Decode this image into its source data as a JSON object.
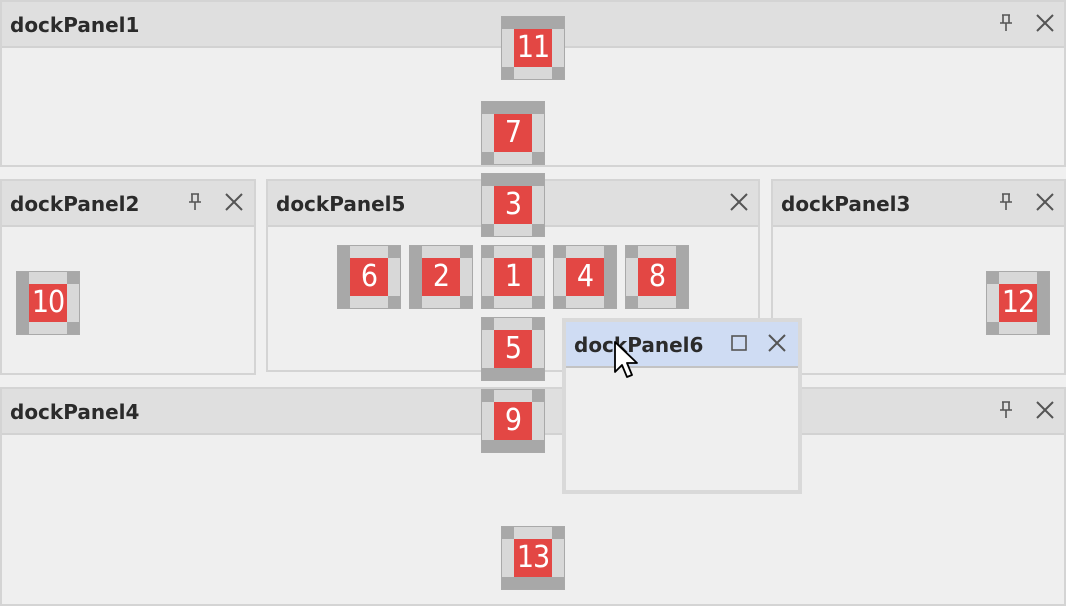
{
  "panels": {
    "dockPanel1": {
      "title": "dockPanel1",
      "pin_icon": "pin-icon",
      "close_icon": "close-icon"
    },
    "dockPanel2": {
      "title": "dockPanel2",
      "pin_icon": "pin-icon",
      "close_icon": "close-icon"
    },
    "dockPanel5": {
      "title": "dockPanel5",
      "close_icon": "close-icon"
    },
    "dockPanel3": {
      "title": "dockPanel3",
      "pin_icon": "pin-icon",
      "close_icon": "close-icon"
    },
    "dockPanel4": {
      "title": "dockPanel4",
      "pin_icon": "pin-icon",
      "close_icon": "close-icon"
    },
    "dockPanel6": {
      "title": "dockPanel6",
      "maximize_icon": "maximize-icon",
      "close_icon": "close-icon",
      "state": "floating"
    }
  },
  "dock_hints": {
    "h1": "1",
    "h2": "2",
    "h3": "3",
    "h4": "4",
    "h5": "5",
    "h6": "6",
    "h7": "7",
    "h8": "8",
    "h9": "9",
    "h10": "10",
    "h11": "11",
    "h12": "12",
    "h13": "13"
  },
  "colors": {
    "hint_red": "#e34744",
    "floating_header": "#cfdcf3",
    "panel_header": "#dfdfdf"
  },
  "cursor": "arrow-pointer-icon"
}
